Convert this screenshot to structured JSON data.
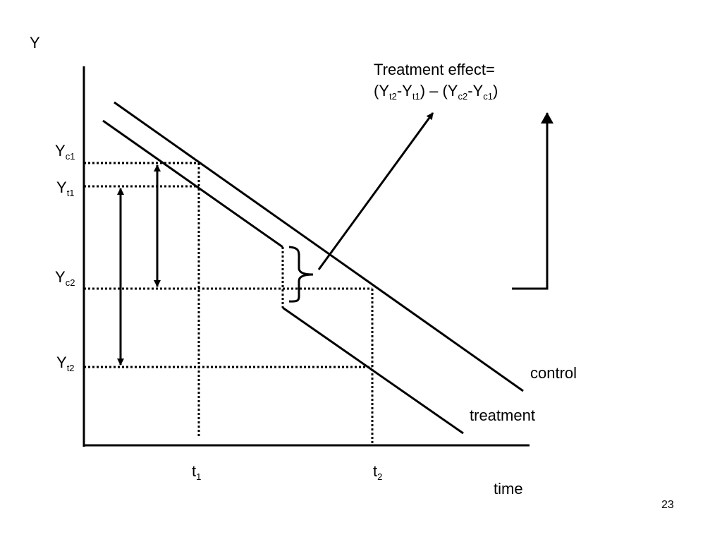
{
  "axes": {
    "y_title": "Y",
    "x_title": "time"
  },
  "y_levels": [
    {
      "base": "Y",
      "sub": "c1"
    },
    {
      "base": "Y",
      "sub": "t1"
    },
    {
      "base": "Y",
      "sub": "c2"
    },
    {
      "base": "Y",
      "sub": "t2"
    }
  ],
  "x_ticks": [
    {
      "base": "t",
      "sub": "1"
    },
    {
      "base": "t",
      "sub": "2"
    }
  ],
  "lines": {
    "control": "control",
    "treatment": "treatment"
  },
  "effect": {
    "line1": "Treatment effect=",
    "line2": {
      "open1": "(Y",
      "s1": "t2",
      "dash1": "-Y",
      "s2": "t1",
      "mid": ") – (Y",
      "s3": "c2",
      "dash2": "-Y",
      "s4": "c1",
      "close": ")"
    }
  },
  "page_number": "23"
}
